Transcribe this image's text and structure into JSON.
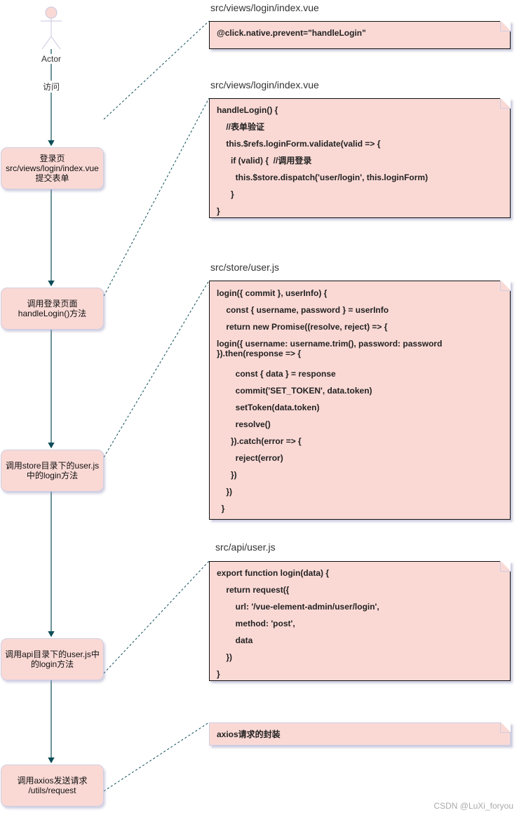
{
  "actor": {
    "label": "Actor",
    "edge_label": "访问"
  },
  "steps": [
    {
      "lines": [
        "登录页",
        "src/views/login/index.vue",
        "提交表单"
      ]
    },
    {
      "lines": [
        "调用登录页面",
        "handleLogin()方法"
      ]
    },
    {
      "lines": [
        "调用store目录下的user.js",
        "中的login方法"
      ]
    },
    {
      "lines": [
        "调用api目录下的user.js中",
        "的login方法"
      ]
    },
    {
      "lines": [
        "调用axios发送请求",
        "/utils/request"
      ]
    }
  ],
  "notes": [
    {
      "title": "src/views/login/index.vue",
      "lines": [
        "@click.native.prevent=\"handleLogin\""
      ]
    },
    {
      "title": "src/views/login/index.vue",
      "lines": [
        "handleLogin() {",
        "    //表单验证",
        "    this.$refs.loginForm.validate(valid => {",
        "      if (valid) {  //调用登录",
        "        this.$store.dispatch('user/login', this.loginForm)",
        "      }",
        "}"
      ]
    },
    {
      "title": "src/store/user.js",
      "lines": [
        "login({ commit }, userInfo) {",
        "    const { username, password } = userInfo",
        "    return new Promise((resolve, reject) => {",
        "      login({ username: username.trim(), password: password }).then(response => {",
        "        const { data } = response",
        "        commit('SET_TOKEN', data.token)",
        "        setToken(data.token)",
        "        resolve()",
        "      }).catch(error => {",
        "        reject(error)",
        "      })",
        "    })",
        "  }"
      ]
    },
    {
      "title": "src/api/user.js",
      "lines": [
        "export function login(data) {",
        "    return request({",
        "        url: '/vue-element-admin/user/login',",
        "        method: 'post',",
        "        data",
        "    })",
        "}"
      ]
    },
    {
      "title": "",
      "lines": [
        "axios请求的封装"
      ]
    }
  ],
  "watermark": "CSDN @LuXi_foryou",
  "colors": {
    "fill": "#fad9d5",
    "edge": "#0b4d57",
    "border": "#d0cee2"
  }
}
